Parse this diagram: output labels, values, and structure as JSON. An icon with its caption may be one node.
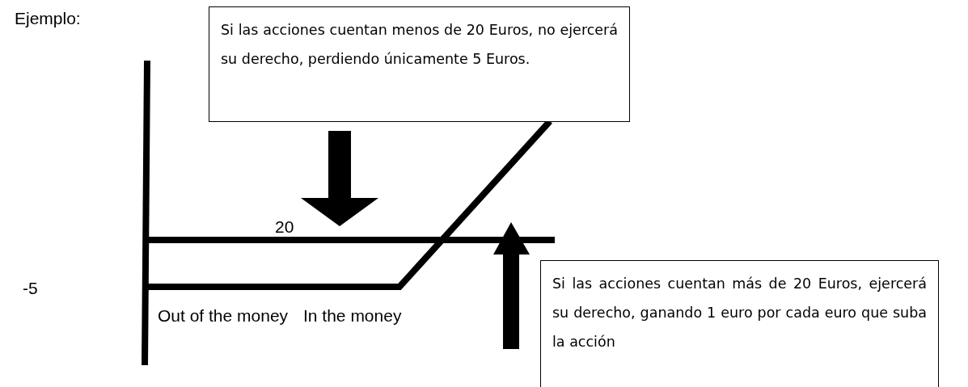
{
  "diagram": {
    "nodes": [
      {
        "text": [
          "Si las acciones cuentan menos de 20 Euros, no ejercerá su derecho, perdiendo únicamente 5 Euros."
        ]
      },
      {
        "text": [
          "Si las acciones cuentan más de 20 Euros, ejercerá su derecho, ganando 1 euro por cada euro que suba la acción"
        ]
      }
    ],
    "labels": [
      "Ejemplo:",
      "20",
      "-5",
      "Out of the money",
      "In the money"
    ]
  }
}
